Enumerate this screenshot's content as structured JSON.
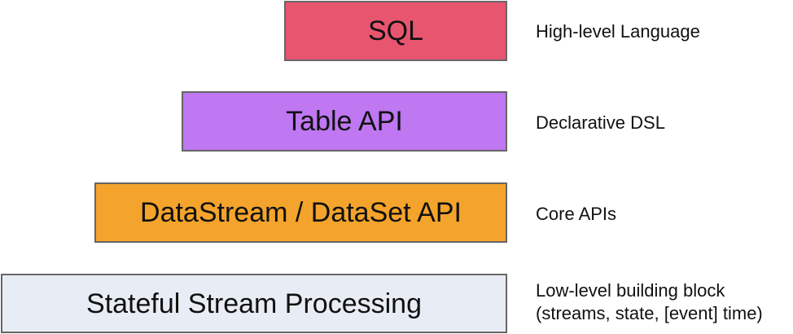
{
  "layers": [
    {
      "label": "SQL",
      "description": "High-level Language",
      "color": "#e8556f"
    },
    {
      "label": "Table API",
      "description": "Declarative DSL",
      "color": "#bf77f2"
    },
    {
      "label": "DataStream / DataSet API",
      "description": "Core APIs",
      "color": "#f4a42c"
    },
    {
      "label": "Stateful Stream Processing",
      "description": "Low-level building block\n(streams, state, [event] time)",
      "color": "#e8edf5"
    }
  ]
}
